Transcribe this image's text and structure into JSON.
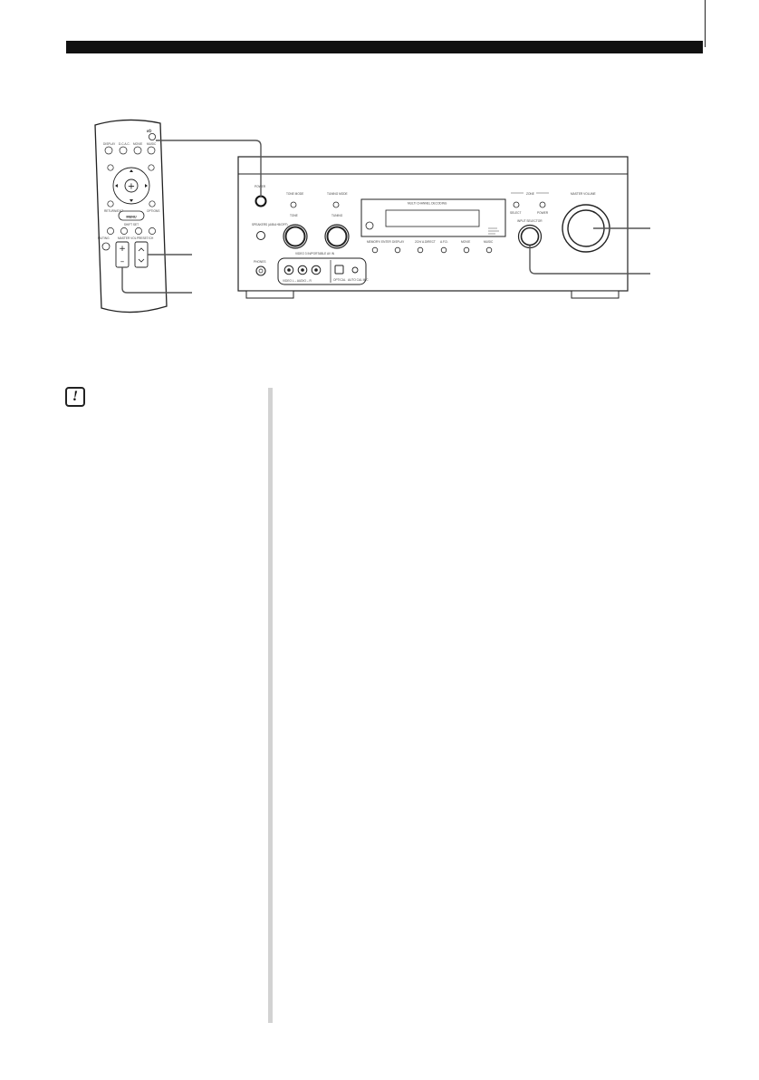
{
  "colors": {
    "rule": "#111111",
    "divider": "#d2d2d2",
    "callout": "#555555"
  },
  "remote": {
    "power_label": "I/⏻",
    "row1": [
      "DISPLAY",
      "D.C.A.C.",
      "MOVIE",
      "MUSIC"
    ],
    "return_label": "RETURN/EXIT",
    "options_label": "OPTIONS",
    "menu_label": "MENU",
    "shift_label": "SHIFT SET",
    "muting_label": "MUTING",
    "master_label": "MASTER VOL",
    "preset_label": "PRESET/CH"
  },
  "receiver": {
    "power_label": "POWER",
    "speakers_label": "SPEAKERS (A/B/A+B/OFF)",
    "tone_mode_label": "TONE MODE",
    "tuning_mode_label": "TUNING MODE",
    "tone_knob_label": "TONE",
    "tuning_knob_label": "TUNING",
    "display_title": "MULTI CHANNEL DECODING",
    "func_buttons": [
      "MEMORY/ ENTER",
      "DISPLAY",
      "2CH/ A.DIRECT",
      "A.F.D.",
      "MOVIE",
      "MUSIC"
    ],
    "zone_label": "ZONE",
    "zone_buttons": [
      "SELECT",
      "POWER"
    ],
    "master_volume_label": "MASTER VOLUME",
    "input_selector_label": "INPUT SELECTOR",
    "phones_label": "PHONES",
    "video_input_label": "VIDEO 3 IN/PORTABLE AV IN",
    "video_input_sub": "VIDEO  L – AUDIO – R",
    "optical_label": "OPTICAL",
    "auto_label": "AUTO CAL MIC"
  }
}
